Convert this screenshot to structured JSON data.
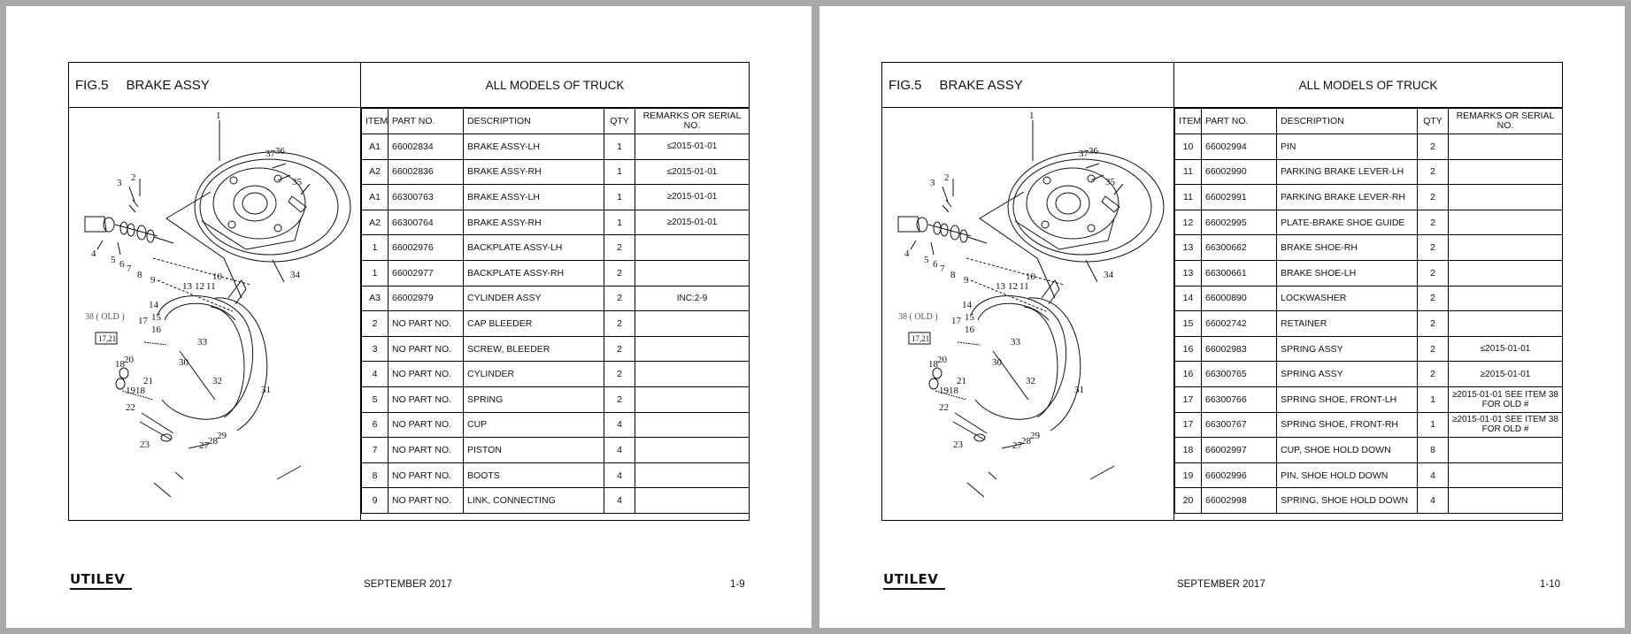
{
  "pages": [
    {
      "fig_label": "FIG.5",
      "title": "BRAKE ASSY",
      "applies_to": "ALL MODELS OF TRUCK",
      "columns": [
        "ITEM",
        "PART NO.",
        "DESCRIPTION",
        "QTY",
        "REMARKS OR SERIAL NO."
      ],
      "rows": [
        {
          "item": "A1",
          "part": "66002834",
          "desc": "BRAKE ASSY-LH",
          "qty": "1",
          "remarks": "≤2015-01-01"
        },
        {
          "item": "A2",
          "part": "66002836",
          "desc": "BRAKE ASSY-RH",
          "qty": "1",
          "remarks": "≤2015-01-01"
        },
        {
          "item": "A1",
          "part": "66300763",
          "desc": "BRAKE ASSY-LH",
          "qty": "1",
          "remarks": "≥2015-01-01"
        },
        {
          "item": "A2",
          "part": "66300764",
          "desc": "BRAKE ASSY-RH",
          "qty": "1",
          "remarks": "≥2015-01-01"
        },
        {
          "item": "1",
          "part": "66002976",
          "desc": "BACKPLATE ASSY-LH",
          "qty": "2",
          "remarks": ""
        },
        {
          "item": "1",
          "part": "66002977",
          "desc": "BACKPLATE ASSY-RH",
          "qty": "2",
          "remarks": ""
        },
        {
          "item": "A3",
          "part": "66002979",
          "desc": "CYLINDER ASSY",
          "qty": "2",
          "remarks": "INC:2-9"
        },
        {
          "item": "2",
          "part": "NO PART NO.",
          "desc": "CAP BLEEDER",
          "qty": "2",
          "remarks": ""
        },
        {
          "item": "3",
          "part": "NO PART NO.",
          "desc": "SCREW, BLEEDER",
          "qty": "2",
          "remarks": ""
        },
        {
          "item": "4",
          "part": "NO PART NO.",
          "desc": "CYLINDER",
          "qty": "2",
          "remarks": ""
        },
        {
          "item": "5",
          "part": "NO PART NO.",
          "desc": "SPRING",
          "qty": "2",
          "remarks": ""
        },
        {
          "item": "6",
          "part": "NO PART NO.",
          "desc": "CUP",
          "qty": "4",
          "remarks": ""
        },
        {
          "item": "7",
          "part": "NO PART NO.",
          "desc": "PISTON",
          "qty": "4",
          "remarks": ""
        },
        {
          "item": "8",
          "part": "NO PART NO.",
          "desc": "BOOTS",
          "qty": "4",
          "remarks": ""
        },
        {
          "item": "9",
          "part": "NO PART NO.",
          "desc": "LINK, CONNECTING",
          "qty": "4",
          "remarks": ""
        }
      ],
      "footer": {
        "brand": "UTILEV",
        "date": "SEPTEMBER 2017",
        "page": "1-9"
      }
    },
    {
      "fig_label": "FIG.5",
      "title": "BRAKE ASSY",
      "applies_to": "ALL MODELS OF TRUCK",
      "columns": [
        "ITEM",
        "PART NO.",
        "DESCRIPTION",
        "QTY",
        "REMARKS OR SERIAL NO."
      ],
      "rows": [
        {
          "item": "10",
          "part": "66002994",
          "desc": "PIN",
          "qty": "2",
          "remarks": ""
        },
        {
          "item": "11",
          "part": "66002990",
          "desc": "PARKING BRAKE LEVER-LH",
          "qty": "2",
          "remarks": ""
        },
        {
          "item": "11",
          "part": "66002991",
          "desc": "PARKING BRAKE LEVER-RH",
          "qty": "2",
          "remarks": ""
        },
        {
          "item": "12",
          "part": "66002995",
          "desc": "PLATE-BRAKE SHOE GUIDE",
          "qty": "2",
          "remarks": ""
        },
        {
          "item": "13",
          "part": "66300662",
          "desc": "BRAKE SHOE-RH",
          "qty": "2",
          "remarks": ""
        },
        {
          "item": "13",
          "part": "66300661",
          "desc": "BRAKE SHOE-LH",
          "qty": "2",
          "remarks": ""
        },
        {
          "item": "14",
          "part": "66000890",
          "desc": "LOCKWASHER",
          "qty": "2",
          "remarks": ""
        },
        {
          "item": "15",
          "part": "66002742",
          "desc": "RETAINER",
          "qty": "2",
          "remarks": ""
        },
        {
          "item": "16",
          "part": "66002983",
          "desc": "SPRING ASSY",
          "qty": "2",
          "remarks": "≤2015-01-01"
        },
        {
          "item": "16",
          "part": "66300765",
          "desc": "SPRING ASSY",
          "qty": "2",
          "remarks": "≥2015-01-01"
        },
        {
          "item": "17",
          "part": "66300766",
          "desc": "SPRING SHOE, FRONT-LH",
          "qty": "1",
          "remarks": "≥2015-01-01 SEE ITEM 38 FOR OLD #"
        },
        {
          "item": "17",
          "part": "66300767",
          "desc": "SPRING SHOE, FRONT-RH",
          "qty": "1",
          "remarks": "≥2015-01-01 SEE ITEM 38 FOR OLD #"
        },
        {
          "item": "18",
          "part": "66002997",
          "desc": "CUP, SHOE HOLD DOWN",
          "qty": "8",
          "remarks": ""
        },
        {
          "item": "19",
          "part": "66002996",
          "desc": "PIN, SHOE HOLD DOWN",
          "qty": "4",
          "remarks": ""
        },
        {
          "item": "20",
          "part": "66002998",
          "desc": "SPRING, SHOE HOLD DOWN",
          "qty": "4",
          "remarks": ""
        }
      ],
      "footer": {
        "brand": "UTILEV",
        "date": "SEPTEMBER 2017",
        "page": "1-10"
      }
    }
  ],
  "drawing": {
    "callouts": [
      "1",
      "2",
      "3",
      "4",
      "5",
      "6",
      "7",
      "8",
      "9",
      "10",
      "11",
      "12",
      "13",
      "14",
      "15",
      "16",
      "17",
      "18",
      "19",
      "20",
      "21",
      "22",
      "23",
      "27",
      "28",
      "29",
      "30",
      "31",
      "32",
      "33",
      "34",
      "35",
      "36",
      "37"
    ],
    "old_note": "38 ( OLD )",
    "box_label": "17,21",
    "label_1918": "1918"
  }
}
